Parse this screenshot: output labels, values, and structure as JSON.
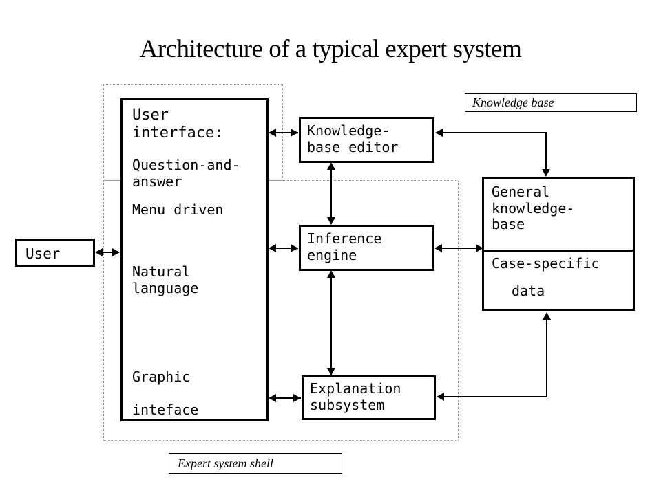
{
  "diagram": {
    "title": "Architecture of a typical expert system",
    "boxes": {
      "user": "User",
      "user_interface": {
        "heading": "User\ninterface:",
        "line_question_answer": "Question-and-\nanswer",
        "line_menu_driven": "Menu driven",
        "line_natural_language": "Natural\nlanguage",
        "line_graphic_interface": "Graphic\n\ninteface"
      },
      "knowledge_base_editor": "Knowledge-\nbase editor",
      "inference_engine": "Inference\nengine",
      "explanation_subsystem": "Explanation\nsubsystem",
      "knowledge_base": {
        "general": "General\nknowledge-\nbase",
        "case_specific": "Case-specific",
        "data": "data"
      }
    },
    "captions": {
      "knowledge_base": "Knowledge base",
      "expert_system_shell": "Expert system shell"
    },
    "colors": {
      "stroke": "#000000",
      "background": "#ffffff",
      "shell_border": "#9a9a9a"
    },
    "connectors": [
      {
        "name": "user-to-user-interface",
        "type": "double-arrow",
        "orientation": "horizontal"
      },
      {
        "name": "user-interface-to-kb-editor",
        "type": "double-arrow",
        "orientation": "horizontal"
      },
      {
        "name": "user-interface-to-inference-engine",
        "type": "double-arrow",
        "orientation": "horizontal"
      },
      {
        "name": "user-interface-to-explanation-subsystem",
        "type": "double-arrow",
        "orientation": "horizontal"
      },
      {
        "name": "kb-editor-to-inference-engine",
        "type": "double-arrow",
        "orientation": "vertical"
      },
      {
        "name": "inference-engine-to-explanation-subsystem",
        "type": "double-arrow",
        "orientation": "vertical"
      },
      {
        "name": "inference-engine-to-knowledge-base",
        "type": "double-arrow",
        "orientation": "horizontal"
      },
      {
        "name": "kb-editor-to-general-knowledge-base",
        "type": "elbow-double-arrow",
        "orientation": "right-down"
      },
      {
        "name": "explanation-subsystem-to-case-specific-data",
        "type": "elbow-double-arrow",
        "orientation": "right-up"
      }
    ]
  }
}
